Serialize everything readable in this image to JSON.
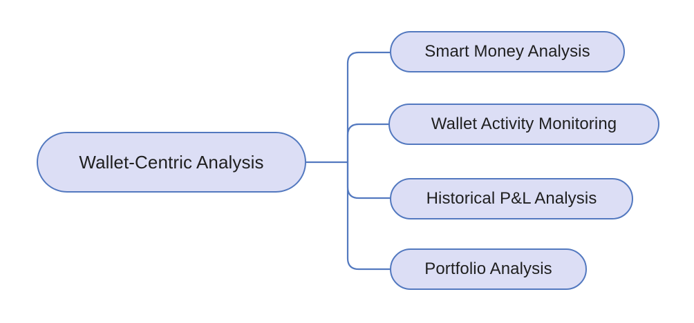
{
  "diagram": {
    "type": "mind-map",
    "orientation": "left-to-right",
    "background_color": "#ffffff",
    "node_fill_color": "#dcdef5",
    "node_border_color": "#5278bf",
    "connector_color": "#5278bf",
    "text_color": "#1f1f1f",
    "root": {
      "label": "Wallet-Centric Analysis"
    },
    "children": [
      {
        "label": "Smart Money Analysis"
      },
      {
        "label": "Wallet Activity Monitoring"
      },
      {
        "label": "Historical P&L Analysis"
      },
      {
        "label": "Portfolio Analysis"
      }
    ]
  }
}
